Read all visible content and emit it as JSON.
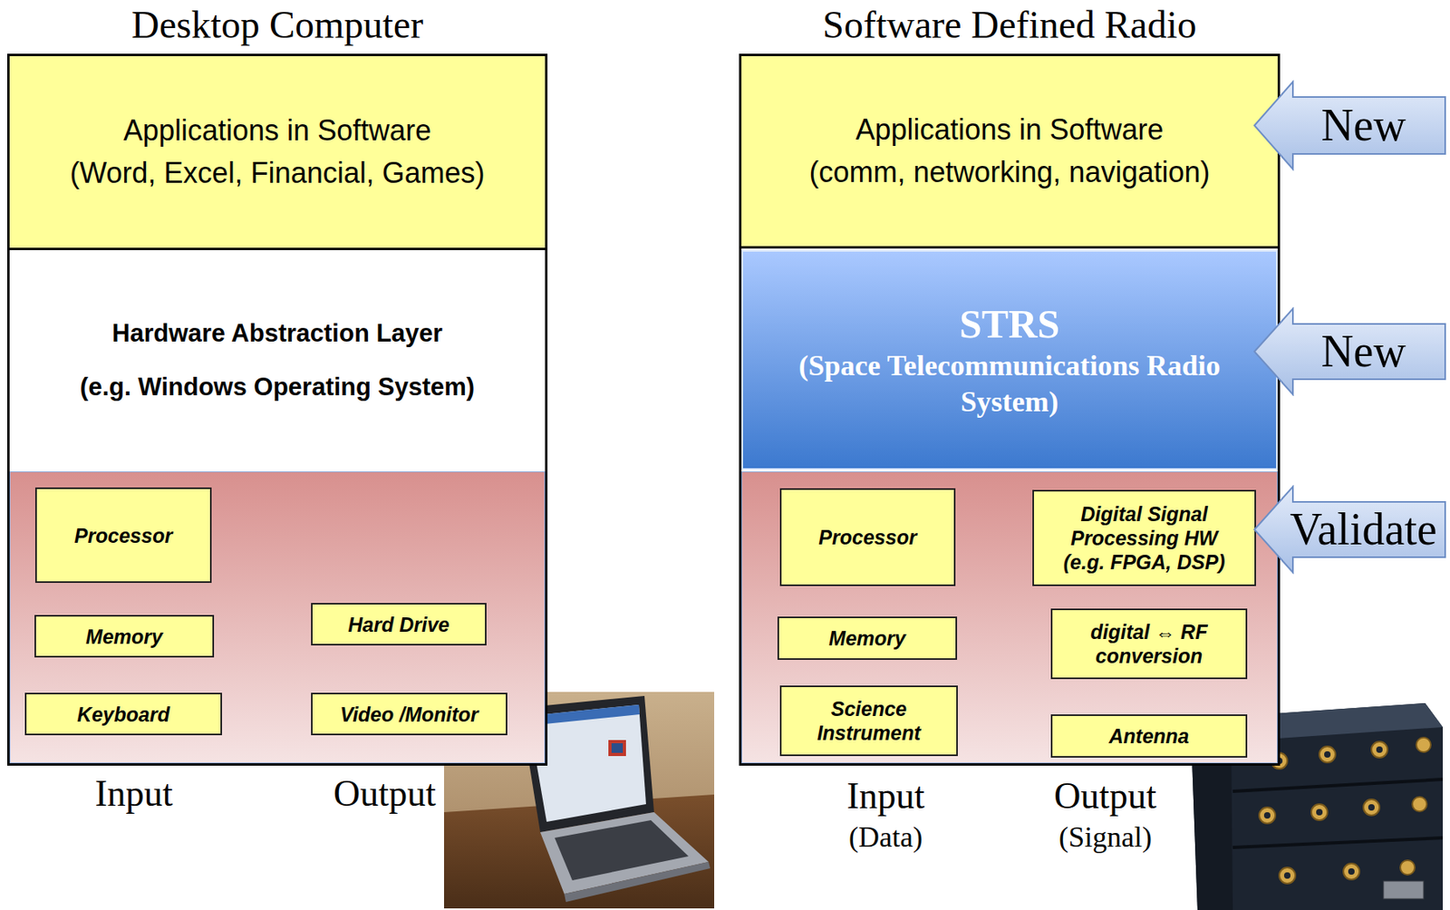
{
  "diagram": {
    "nodes": [
      {
        "text": [
          "Desktop Computer"
        ]
      },
      {
        "text": [
          "Applications in Software",
          "(Word, Excel, Financial, Games)"
        ],
        "in": 0
      },
      {
        "text": [
          "Hardware Abstraction Layer",
          "(e.g. Windows Operating System)"
        ],
        "in": 0
      },
      {
        "text": [
          "Processor"
        ],
        "in": 0
      },
      {
        "text": [
          "Hard Drive"
        ],
        "in": 0
      },
      {
        "text": [
          "Memory"
        ],
        "in": 0
      },
      {
        "text": [
          "Keyboard"
        ],
        "in": 0
      },
      {
        "text": [
          "Video /Monitor"
        ],
        "in": 0
      },
      {
        "text": [
          "Software Defined Radio"
        ]
      },
      {
        "text": [
          "Applications in Software",
          "(comm, networking, navigation)"
        ],
        "in": 8
      },
      {
        "text": [
          "STRS",
          "(Space Telecommunications Radio System)"
        ],
        "in": 8
      },
      {
        "text": [
          "Processor"
        ],
        "in": 8
      },
      {
        "text": [
          "Digital Signal Processing HW",
          "(e.g. FPGA, DSP)"
        ],
        "in": 8
      },
      {
        "text": [
          "Memory"
        ],
        "in": 8
      },
      {
        "text": [
          "digital ⇔ RF conversion"
        ],
        "in": 8
      },
      {
        "text": [
          "Science Instrument"
        ],
        "in": 8
      },
      {
        "text": [
          "Antenna"
        ],
        "in": 8
      },
      {
        "text": [
          "New"
        ]
      },
      {
        "text": [
          "New"
        ]
      },
      {
        "text": [
          "Validate"
        ]
      }
    ],
    "labels": [
      "Input",
      "Output",
      "Input",
      "(Data)",
      "Output",
      "(Signal)"
    ]
  }
}
